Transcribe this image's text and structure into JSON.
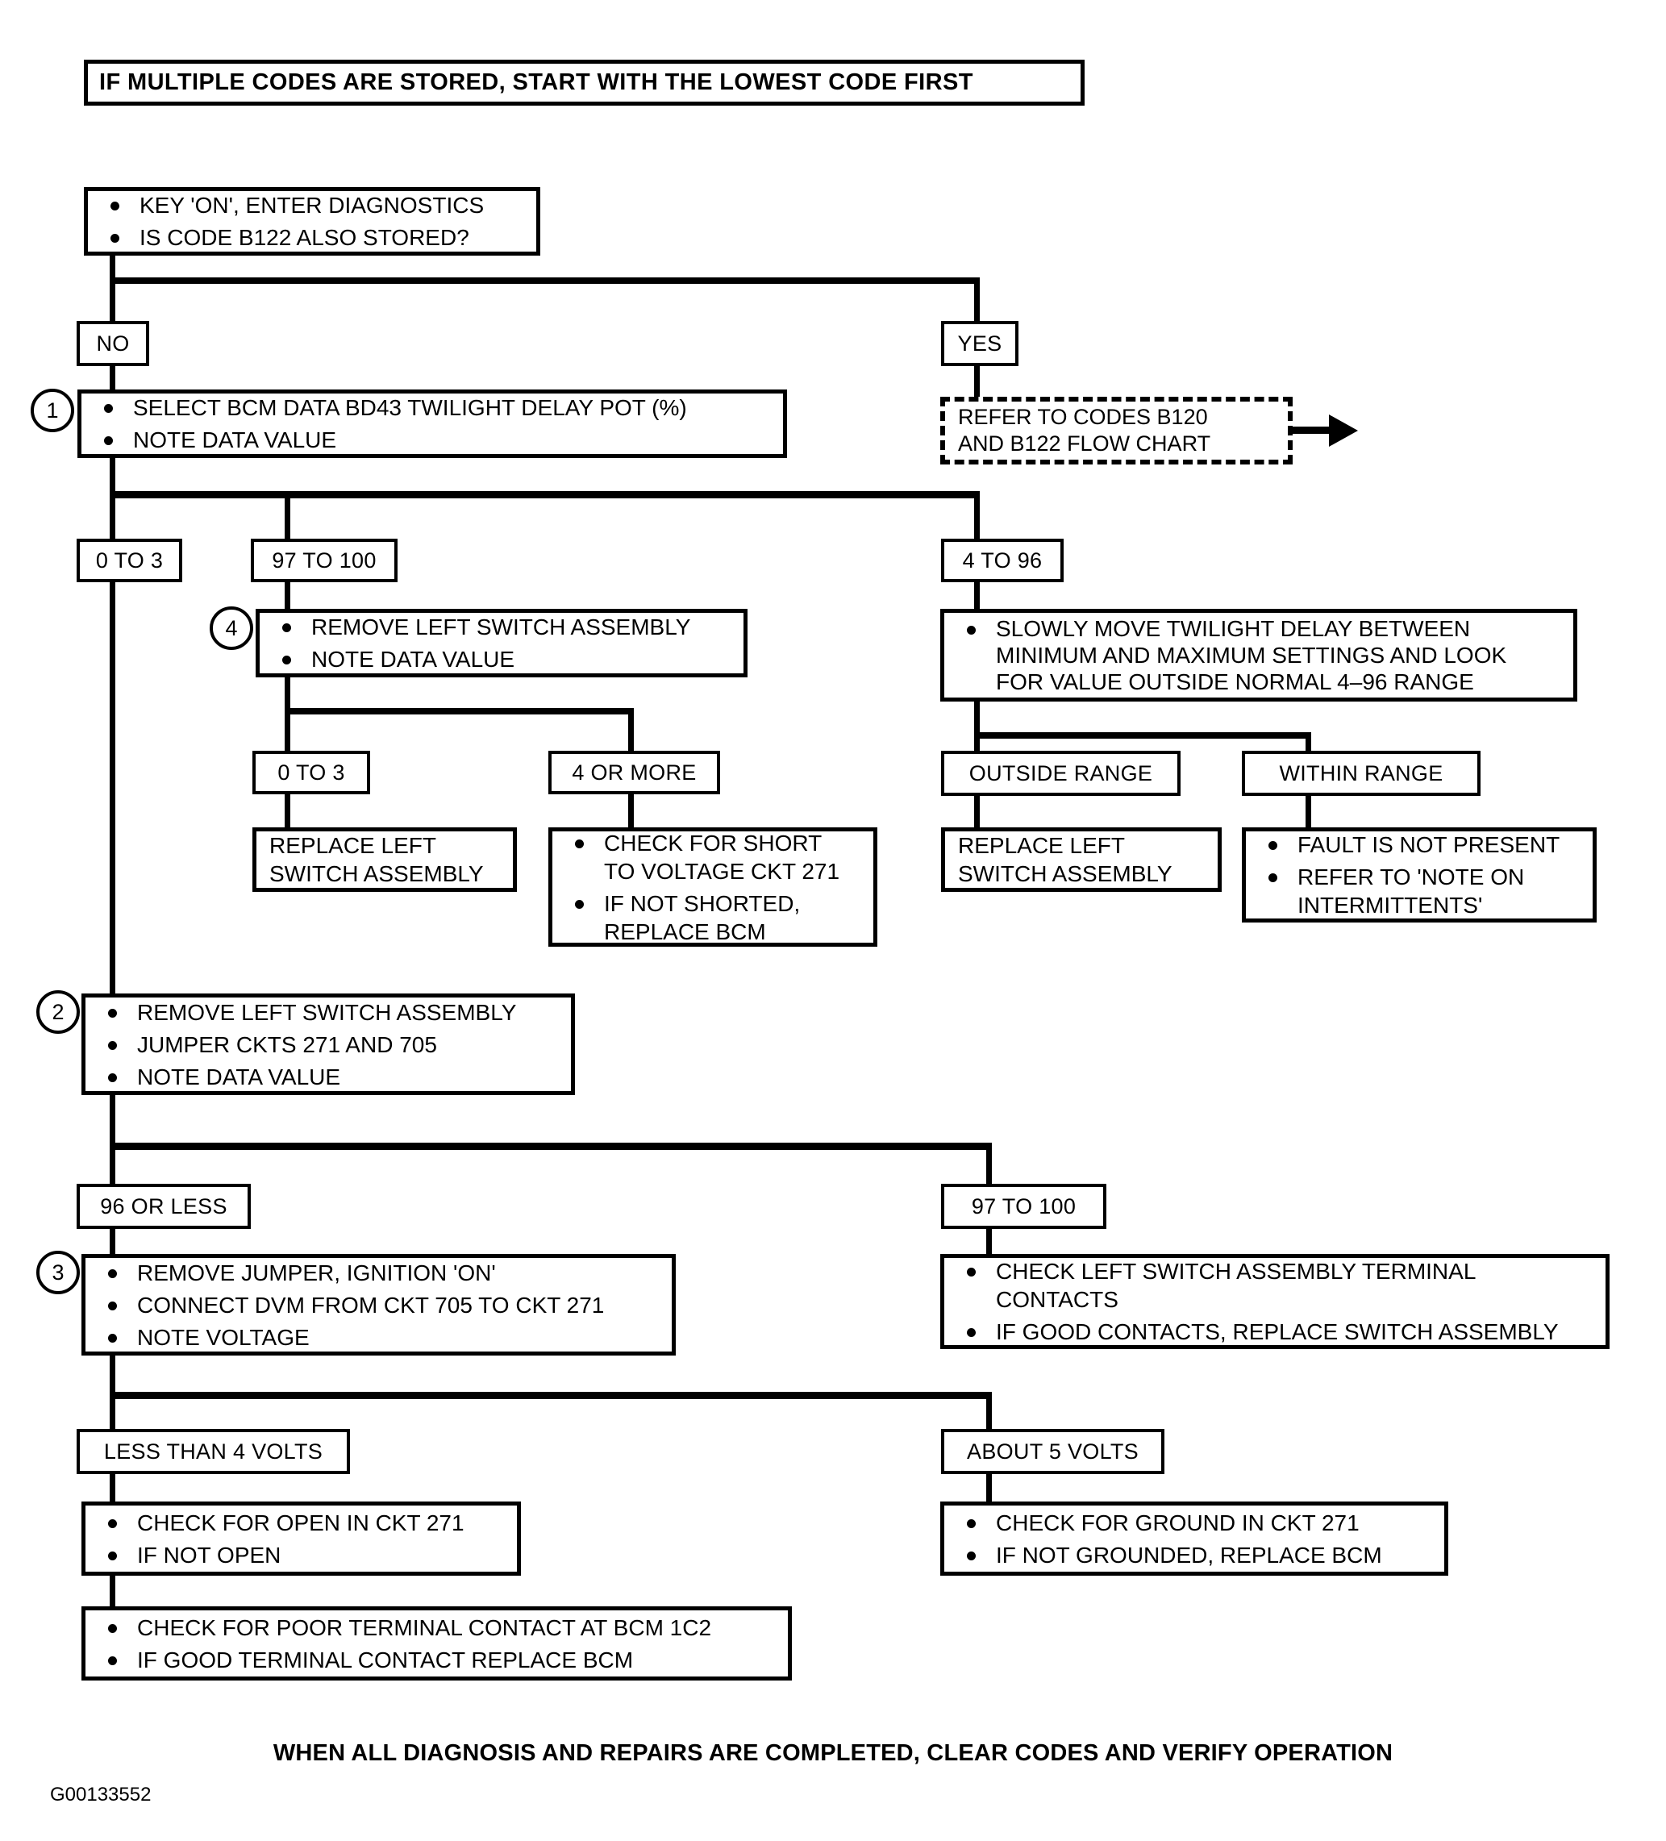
{
  "header": {
    "banner": "IF MULTIPLE CODES ARE STORED, START WITH THE LOWEST CODE FIRST"
  },
  "footer": {
    "note": "WHEN ALL DIAGNOSIS AND REPAIRS ARE COMPLETED, CLEAR CODES AND VERIFY OPERATION",
    "ref_code": "G00133552"
  },
  "chart_data": {
    "type": "diagram",
    "title": "IF MULTIPLE CODES ARE STORED, START WITH THE LOWEST CODE FIRST",
    "nodes": [
      {
        "id": "start",
        "kind": "process",
        "step": null,
        "lines": [
          "KEY 'ON', ENTER DIAGNOSTICS",
          "IS CODE B122 ALSO STORED?"
        ]
      },
      {
        "id": "no",
        "kind": "label",
        "text": "NO"
      },
      {
        "id": "yes",
        "kind": "label",
        "text": "YES"
      },
      {
        "id": "step1",
        "kind": "process",
        "step": "1",
        "lines": [
          "SELECT BCM DATA BD43 TWILIGHT DELAY POT (%)",
          "NOTE DATA VALUE"
        ]
      },
      {
        "id": "refer",
        "kind": "dashed",
        "lines": [
          "REFER TO CODES B120",
          "AND B122 FLOW CHART"
        ]
      },
      {
        "id": "r1a",
        "kind": "label",
        "text": "0 TO 3"
      },
      {
        "id": "r1b",
        "kind": "label",
        "text": "97 TO 100"
      },
      {
        "id": "r1c",
        "kind": "label",
        "text": "4 TO 96"
      },
      {
        "id": "step4",
        "kind": "process",
        "step": "4",
        "lines": [
          "REMOVE LEFT SWITCH ASSEMBLY",
          "NOTE DATA VALUE"
        ]
      },
      {
        "id": "slowly",
        "kind": "process",
        "step": null,
        "lines": [
          "SLOWLY MOVE TWILIGHT DELAY BETWEEN MINIMUM AND MAXIMUM SETTINGS AND LOOK FOR VALUE OUTSIDE NORMAL 4‒96 RANGE"
        ]
      },
      {
        "id": "r2a",
        "kind": "label",
        "text": "0 TO 3"
      },
      {
        "id": "r2b",
        "kind": "label",
        "text": "4 OR MORE"
      },
      {
        "id": "r2c",
        "kind": "label",
        "text": "OUTSIDE RANGE"
      },
      {
        "id": "r2d",
        "kind": "label",
        "text": "WITHIN RANGE"
      },
      {
        "id": "replace1",
        "kind": "plain",
        "lines": [
          "REPLACE LEFT\nSWITCH ASSEMBLY"
        ]
      },
      {
        "id": "short",
        "kind": "process",
        "lines": [
          "CHECK FOR SHORT\nTO VOLTAGE CKT 271",
          "IF NOT SHORTED,\nREPLACE BCM"
        ]
      },
      {
        "id": "replace2",
        "kind": "plain",
        "lines": [
          "REPLACE LEFT\nSWITCH ASSEMBLY"
        ]
      },
      {
        "id": "fault",
        "kind": "process",
        "lines": [
          "FAULT IS NOT PRESENT",
          "REFER TO 'NOTE ON\nINTERMITTENTS'"
        ]
      },
      {
        "id": "step2",
        "kind": "process",
        "step": "2",
        "lines": [
          "REMOVE LEFT SWITCH ASSEMBLY",
          "JUMPER CKTS 271 AND 705",
          "NOTE DATA VALUE"
        ]
      },
      {
        "id": "r3a",
        "kind": "label",
        "text": "96 OR LESS"
      },
      {
        "id": "r3b",
        "kind": "label",
        "text": "97 TO 100"
      },
      {
        "id": "step3",
        "kind": "process",
        "step": "3",
        "lines": [
          "REMOVE JUMPER, IGNITION 'ON'",
          "CONNECT DVM FROM CKT 705 TO CKT 271",
          "NOTE  VOLTAGE"
        ]
      },
      {
        "id": "contacts",
        "kind": "process",
        "lines": [
          "CHECK LEFT SWITCH ASSEMBLY TERMINAL\nCONTACTS",
          "IF GOOD CONTACTS, REPLACE SWITCH ASSEMBLY"
        ]
      },
      {
        "id": "r4a",
        "kind": "label",
        "text": "LESS THAN 4 VOLTS"
      },
      {
        "id": "r4b",
        "kind": "label",
        "text": "ABOUT 5 VOLTS"
      },
      {
        "id": "open",
        "kind": "process",
        "lines": [
          "CHECK FOR OPEN IN CKT 271",
          "IF NOT OPEN"
        ]
      },
      {
        "id": "ground",
        "kind": "process",
        "lines": [
          "CHECK FOR GROUND IN CKT 271",
          "IF NOT GROUNDED, REPLACE BCM"
        ]
      },
      {
        "id": "poor",
        "kind": "process",
        "lines": [
          "CHECK FOR POOR TERMINAL CONTACT AT BCM 1C2",
          "IF GOOD TERMINAL CONTACT REPLACE BCM"
        ]
      }
    ]
  },
  "nodes": {
    "start": {
      "b1": "KEY 'ON', ENTER DIAGNOSTICS",
      "b2": "IS CODE B122 ALSO STORED?"
    },
    "label_no": "NO",
    "label_yes": "YES",
    "step1": {
      "num": "1",
      "b1": "SELECT BCM DATA BD43 TWILIGHT DELAY POT (%)",
      "b2": "NOTE DATA VALUE"
    },
    "refer": {
      "l1": "REFER TO CODES B120",
      "l2": "AND B122 FLOW CHART"
    },
    "range1": {
      "a": "0 TO 3",
      "b": "97 TO 100",
      "c": "4 TO 96"
    },
    "step4": {
      "num": "4",
      "b1": "REMOVE LEFT SWITCH ASSEMBLY",
      "b2": "NOTE DATA VALUE"
    },
    "slowly": {
      "b1": "SLOWLY MOVE TWILIGHT DELAY BETWEEN\nMINIMUM AND MAXIMUM SETTINGS AND LOOK\nFOR VALUE OUTSIDE NORMAL 4‒96 RANGE"
    },
    "range2": {
      "a": "0 TO 3",
      "b": "4 OR MORE",
      "c": "OUTSIDE RANGE",
      "d": "WITHIN RANGE"
    },
    "replace_left_1": "REPLACE LEFT\nSWITCH ASSEMBLY",
    "short_check": {
      "b1": "CHECK FOR SHORT\nTO VOLTAGE CKT 271",
      "b2": "IF NOT SHORTED,\nREPLACE BCM"
    },
    "replace_left_2": "REPLACE LEFT\nSWITCH ASSEMBLY",
    "fault": {
      "b1": "FAULT IS NOT PRESENT",
      "b2": "REFER TO 'NOTE ON\nINTERMITTENTS'"
    },
    "step2": {
      "num": "2",
      "b1": "REMOVE LEFT SWITCH ASSEMBLY",
      "b2": "JUMPER CKTS 271 AND 705",
      "b3": "NOTE DATA VALUE"
    },
    "range3": {
      "a": "96 OR LESS",
      "b": "97 TO 100"
    },
    "step3": {
      "num": "3",
      "b1": "REMOVE JUMPER, IGNITION 'ON'",
      "b2": "CONNECT DVM FROM CKT 705 TO CKT 271",
      "b3": "NOTE  VOLTAGE"
    },
    "contacts": {
      "b1": "CHECK LEFT SWITCH ASSEMBLY TERMINAL\nCONTACTS",
      "b2": "IF GOOD CONTACTS, REPLACE SWITCH ASSEMBLY"
    },
    "range4": {
      "a": "LESS THAN 4 VOLTS",
      "b": "ABOUT 5 VOLTS"
    },
    "open_check": {
      "b1": "CHECK FOR OPEN IN CKT 271",
      "b2": "IF NOT OPEN"
    },
    "ground_check": {
      "b1": "CHECK FOR GROUND IN CKT 271",
      "b2": "IF NOT GROUNDED, REPLACE BCM"
    },
    "poor_contact": {
      "b1": "CHECK FOR POOR TERMINAL CONTACT AT BCM 1C2",
      "b2": "IF GOOD TERMINAL CONTACT REPLACE BCM"
    }
  }
}
